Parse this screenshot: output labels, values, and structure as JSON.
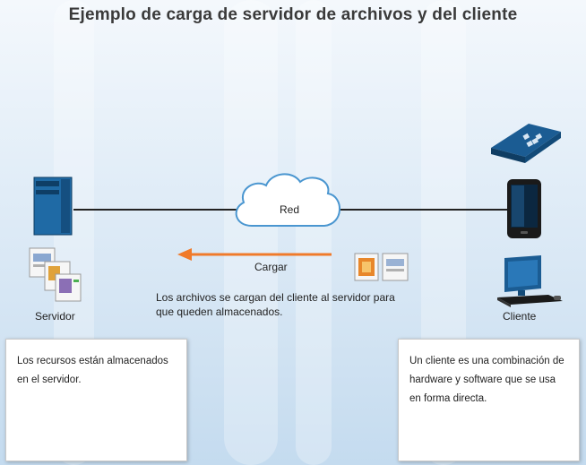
{
  "title": "Ejemplo de carga de servidor de archivos y del cliente",
  "network": {
    "label": "Red"
  },
  "server": {
    "label": "Servidor"
  },
  "client": {
    "label": "Cliente"
  },
  "upload": {
    "label": "Cargar",
    "description": "Los archivos se cargan del cliente al servidor para que queden almacenados."
  },
  "info_cards": {
    "server_card": "Los recursos están almacenados en el servidor.",
    "client_card": "Un cliente es una combinación de hardware y software que se usa en forma directa."
  },
  "colors": {
    "arrow": "#f07a2a",
    "device_blue": "#1b5c93",
    "line": "#222222"
  }
}
